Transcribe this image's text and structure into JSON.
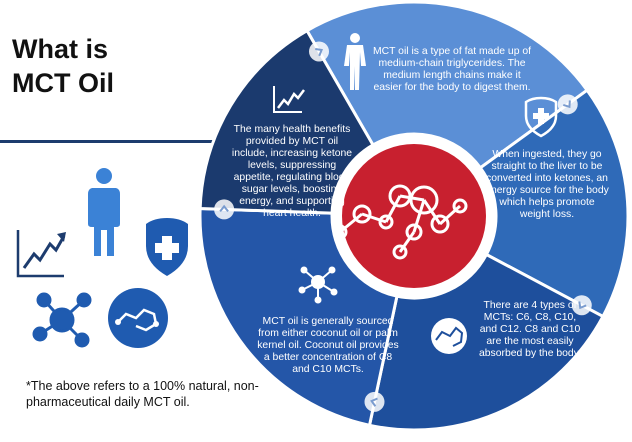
{
  "title": {
    "line1": "What is",
    "line2": "MCT Oil"
  },
  "segments": [
    {
      "id": "definition",
      "text": "MCT oil is a type of fat made up of medium-chain triglycerides. The medium length chains make it easier for the body to digest them."
    },
    {
      "id": "ingestion",
      "text": "When ingested, they go straight to the liver to be converted into ketones, an energy source for the body which helps promote weight loss."
    },
    {
      "id": "types",
      "text": "There are 4 types of MCTs: C6, C8, C10, and C12. C8 and C10 are the most easily absorbed by the body."
    },
    {
      "id": "source",
      "text": "MCT oil is generally sourced from either coconut oil or palm kernel oil. Coconut oil provides a better concentration of C8 and C10 MCTs."
    },
    {
      "id": "benefits",
      "text": "The many health benefits provided by MCT oil include, increasing ketone levels, suppressing appetite, regulating blood sugar levels, boosting energy, and supporting heart health."
    }
  ],
  "footnote": "*The above refers to a 100% natural, non-pharmaceutical daily MCT oil.",
  "colors": {
    "definition": "#5b8fd6",
    "ingestion": "#2f6ab8",
    "types": "#1e4f9c",
    "source": "#2456a8",
    "benefits": "#1b3a6e",
    "center": "#c8202f",
    "navy": "#1d3c6e",
    "sidebar_blue": "#1f5bb0"
  },
  "icons": [
    "human-body-icon",
    "shield-plus-icon",
    "molecule-icon",
    "network-molecule-icon",
    "trend-chart-icon",
    "chevron-icon"
  ]
}
